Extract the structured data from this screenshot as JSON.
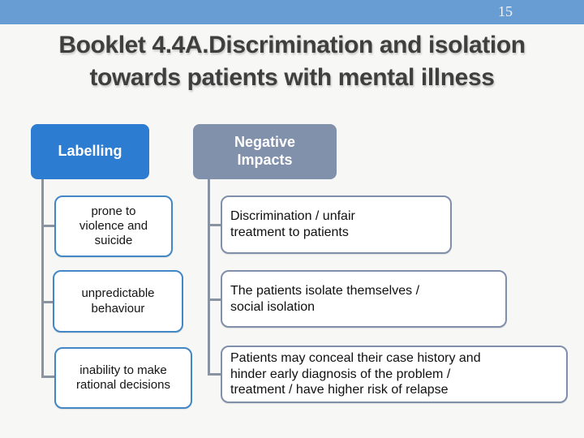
{
  "page_number": "15",
  "title": {
    "text": "Booklet 4.4A.Discrimination and isolation\ntowards patients with mental illness"
  },
  "left_diagram": {
    "header": "Labelling",
    "items": [
      {
        "text": "prone to\nviolence and\nsuicide"
      },
      {
        "text": "unpredictable\nbehaviour"
      },
      {
        "text": "inability to make\nrational decisions"
      }
    ]
  },
  "right_diagram": {
    "header": "Negative\nImpacts",
    "items": [
      {
        "text": "Discrimination / unfair\ntreatment to patients"
      },
      {
        "text": "The patients isolate themselves /\nsocial isolation"
      },
      {
        "text": "Patients may conceal their case history and\nhinder early diagnosis of the problem /\ntreatment / have higher risk of relapse"
      }
    ]
  },
  "colors": {
    "page-bg": "#F7F7F5",
    "bar-blue": "#689DD3",
    "header-blue": "#2C7CD2",
    "header-gray": "#8190AB",
    "border-blue": "#4287C6",
    "border-gray": "#8090AC",
    "connector-gray": "#8A93A2",
    "danger-red": "#9E1B1B",
    "title-gray": "#3F3F3F"
  }
}
